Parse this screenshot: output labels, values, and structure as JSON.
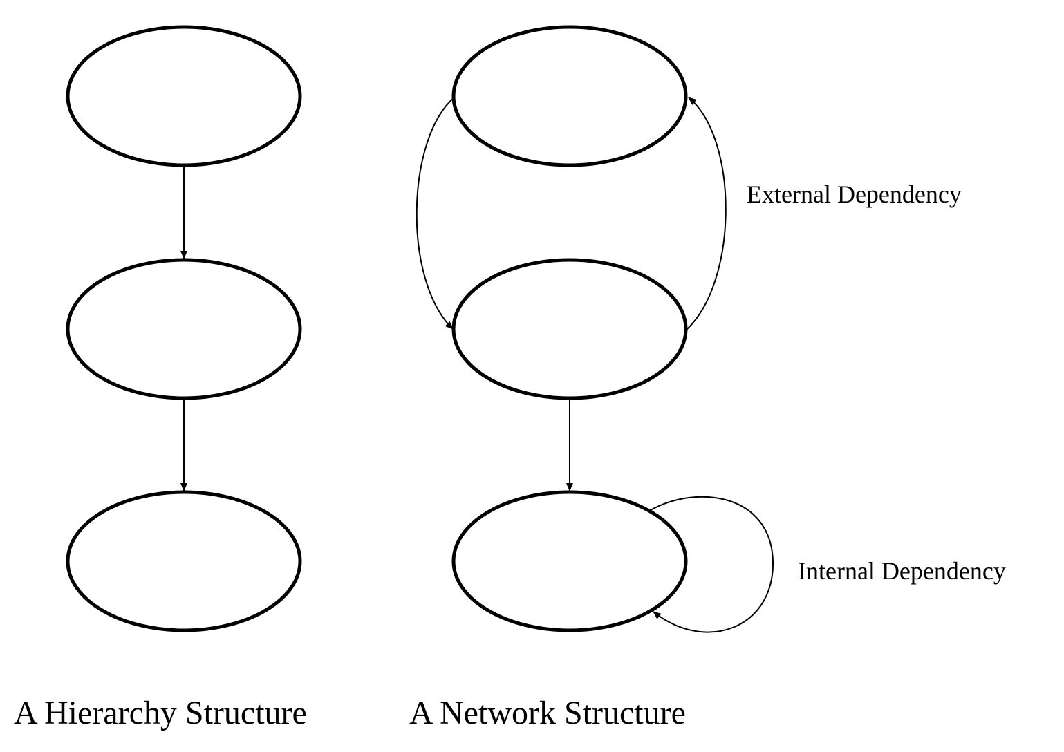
{
  "colors": {
    "background": "#ffffff",
    "stroke": "#000000"
  },
  "hierarchy": {
    "caption": "A Hierarchy Structure",
    "nodes": [
      "",
      "",
      ""
    ]
  },
  "network": {
    "caption": "A Network Structure",
    "nodes": [
      "",
      "",
      ""
    ],
    "external_dependency_label": "External Dependency",
    "internal_dependency_label": "Internal Dependency"
  }
}
